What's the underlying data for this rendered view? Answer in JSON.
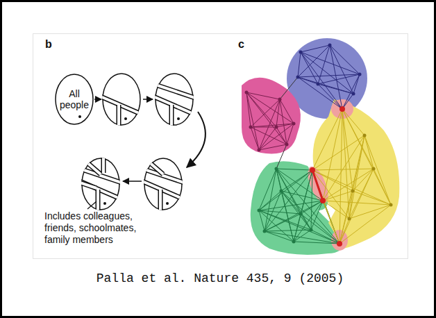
{
  "diagram": {
    "caption": "Palla et al. Nature 435, 9 (2005)",
    "nodes": [
      {
        "text": [
          "All people"
        ]
      }
    ],
    "labels": [
      "b",
      "c",
      "Includes colleagues, friends, schoolmates, family members"
    ]
  }
}
